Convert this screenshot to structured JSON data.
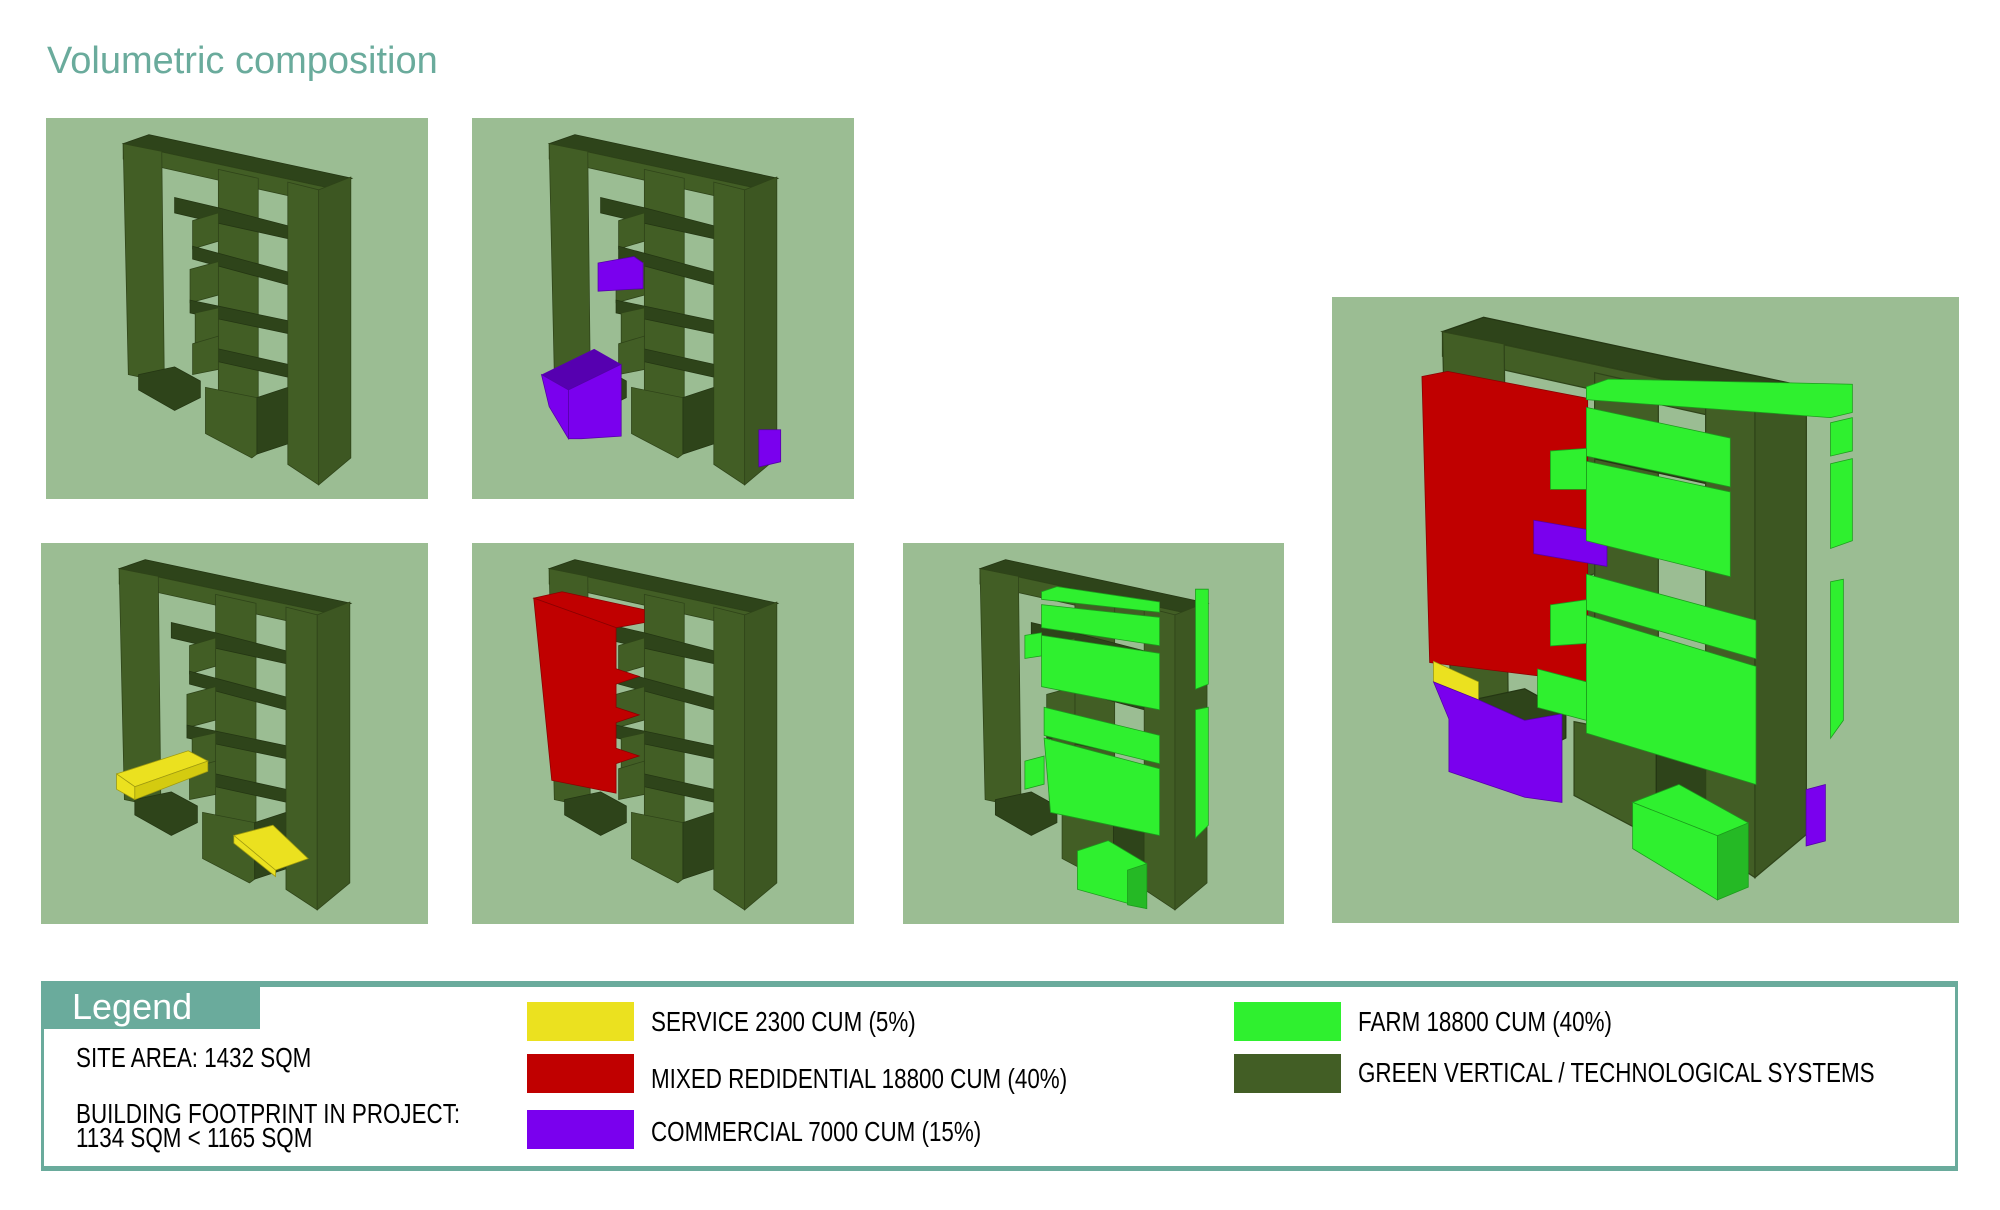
{
  "title": "Volumetric composition",
  "legend": {
    "heading": "Legend",
    "site_area": "SITE AREA: 1432 SQM",
    "footprint_line1": "BUILDING FOOTPRINT IN PROJECT:",
    "footprint_line2": "1134 SQM < 1165 SQM",
    "items": [
      {
        "label": "SERVICE 2300 CUM (5%)",
        "color": "#ebe11f"
      },
      {
        "label": "MIXED REDIDENTIAL 18800 CUM (40%)",
        "color": "#c00000"
      },
      {
        "label": "COMMERCIAL 7000 CUM (15%)",
        "color": "#7a00ee"
      },
      {
        "label": "FARM 18800 CUM (40%)",
        "color": "#2ff02f"
      },
      {
        "label": "GREEN VERTICAL / TECHNOLOGICAL SYSTEMS",
        "color": "#425e25"
      }
    ]
  },
  "colors": {
    "panel_bg": "#9bbd93",
    "accent": "#6aab9c"
  }
}
